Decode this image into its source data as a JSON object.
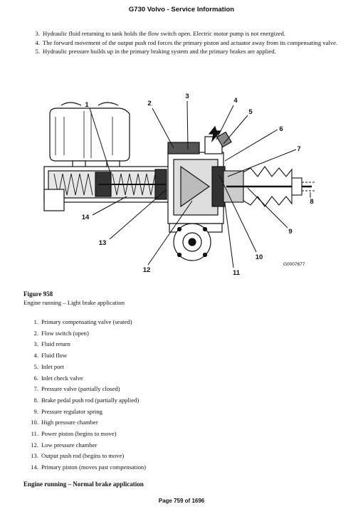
{
  "header": {
    "title": "G730 Volvo - Service Information"
  },
  "steps": [
    {
      "num": "3.",
      "text": "Hydraulic fluid returning to tank holds the flow switch open. Electric motor pump is not energized."
    },
    {
      "num": "4.",
      "text": "The forward movement of the output push rod forces the primary piston and actuator away from its compensating valve."
    },
    {
      "num": "5.",
      "text": "Hydraulic pressure builds up in the primary braking system and the primary brakes are applied."
    }
  ],
  "figure": {
    "callouts": [
      "1",
      "2",
      "3",
      "4",
      "5",
      "6",
      "7",
      "8",
      "9",
      "10",
      "11",
      "12",
      "13",
      "14"
    ],
    "image_id": "G0007677",
    "title": "Figure 958",
    "caption": "Engine running – Light brake application"
  },
  "legend": [
    {
      "num": "1.",
      "text": "Primary compensating valve (seated)"
    },
    {
      "num": "2.",
      "text": "Flow switch (open)"
    },
    {
      "num": "3.",
      "text": "Fluid return"
    },
    {
      "num": "4.",
      "text": "Fluid flow"
    },
    {
      "num": "5.",
      "text": "Inlet port"
    },
    {
      "num": "6.",
      "text": "Inlet check valve"
    },
    {
      "num": "7.",
      "text": "Pressure valve (partially closed)"
    },
    {
      "num": "8.",
      "text": "Brake pedal push rod (partially applied)"
    },
    {
      "num": "9.",
      "text": "Pressure regulator spring"
    },
    {
      "num": "10.",
      "text": "High pressure chamber"
    },
    {
      "num": "11.",
      "text": "Power piston (begins to move)"
    },
    {
      "num": "12.",
      "text": "Low pressure chamber"
    },
    {
      "num": "13.",
      "text": "Output push rod (begins to move)"
    },
    {
      "num": "14.",
      "text": "Primary piston (moves past compensation)"
    }
  ],
  "next_section": {
    "heading": "Engine running – Normal brake application"
  },
  "footer": {
    "page_label": "Page 759 of 1696"
  }
}
